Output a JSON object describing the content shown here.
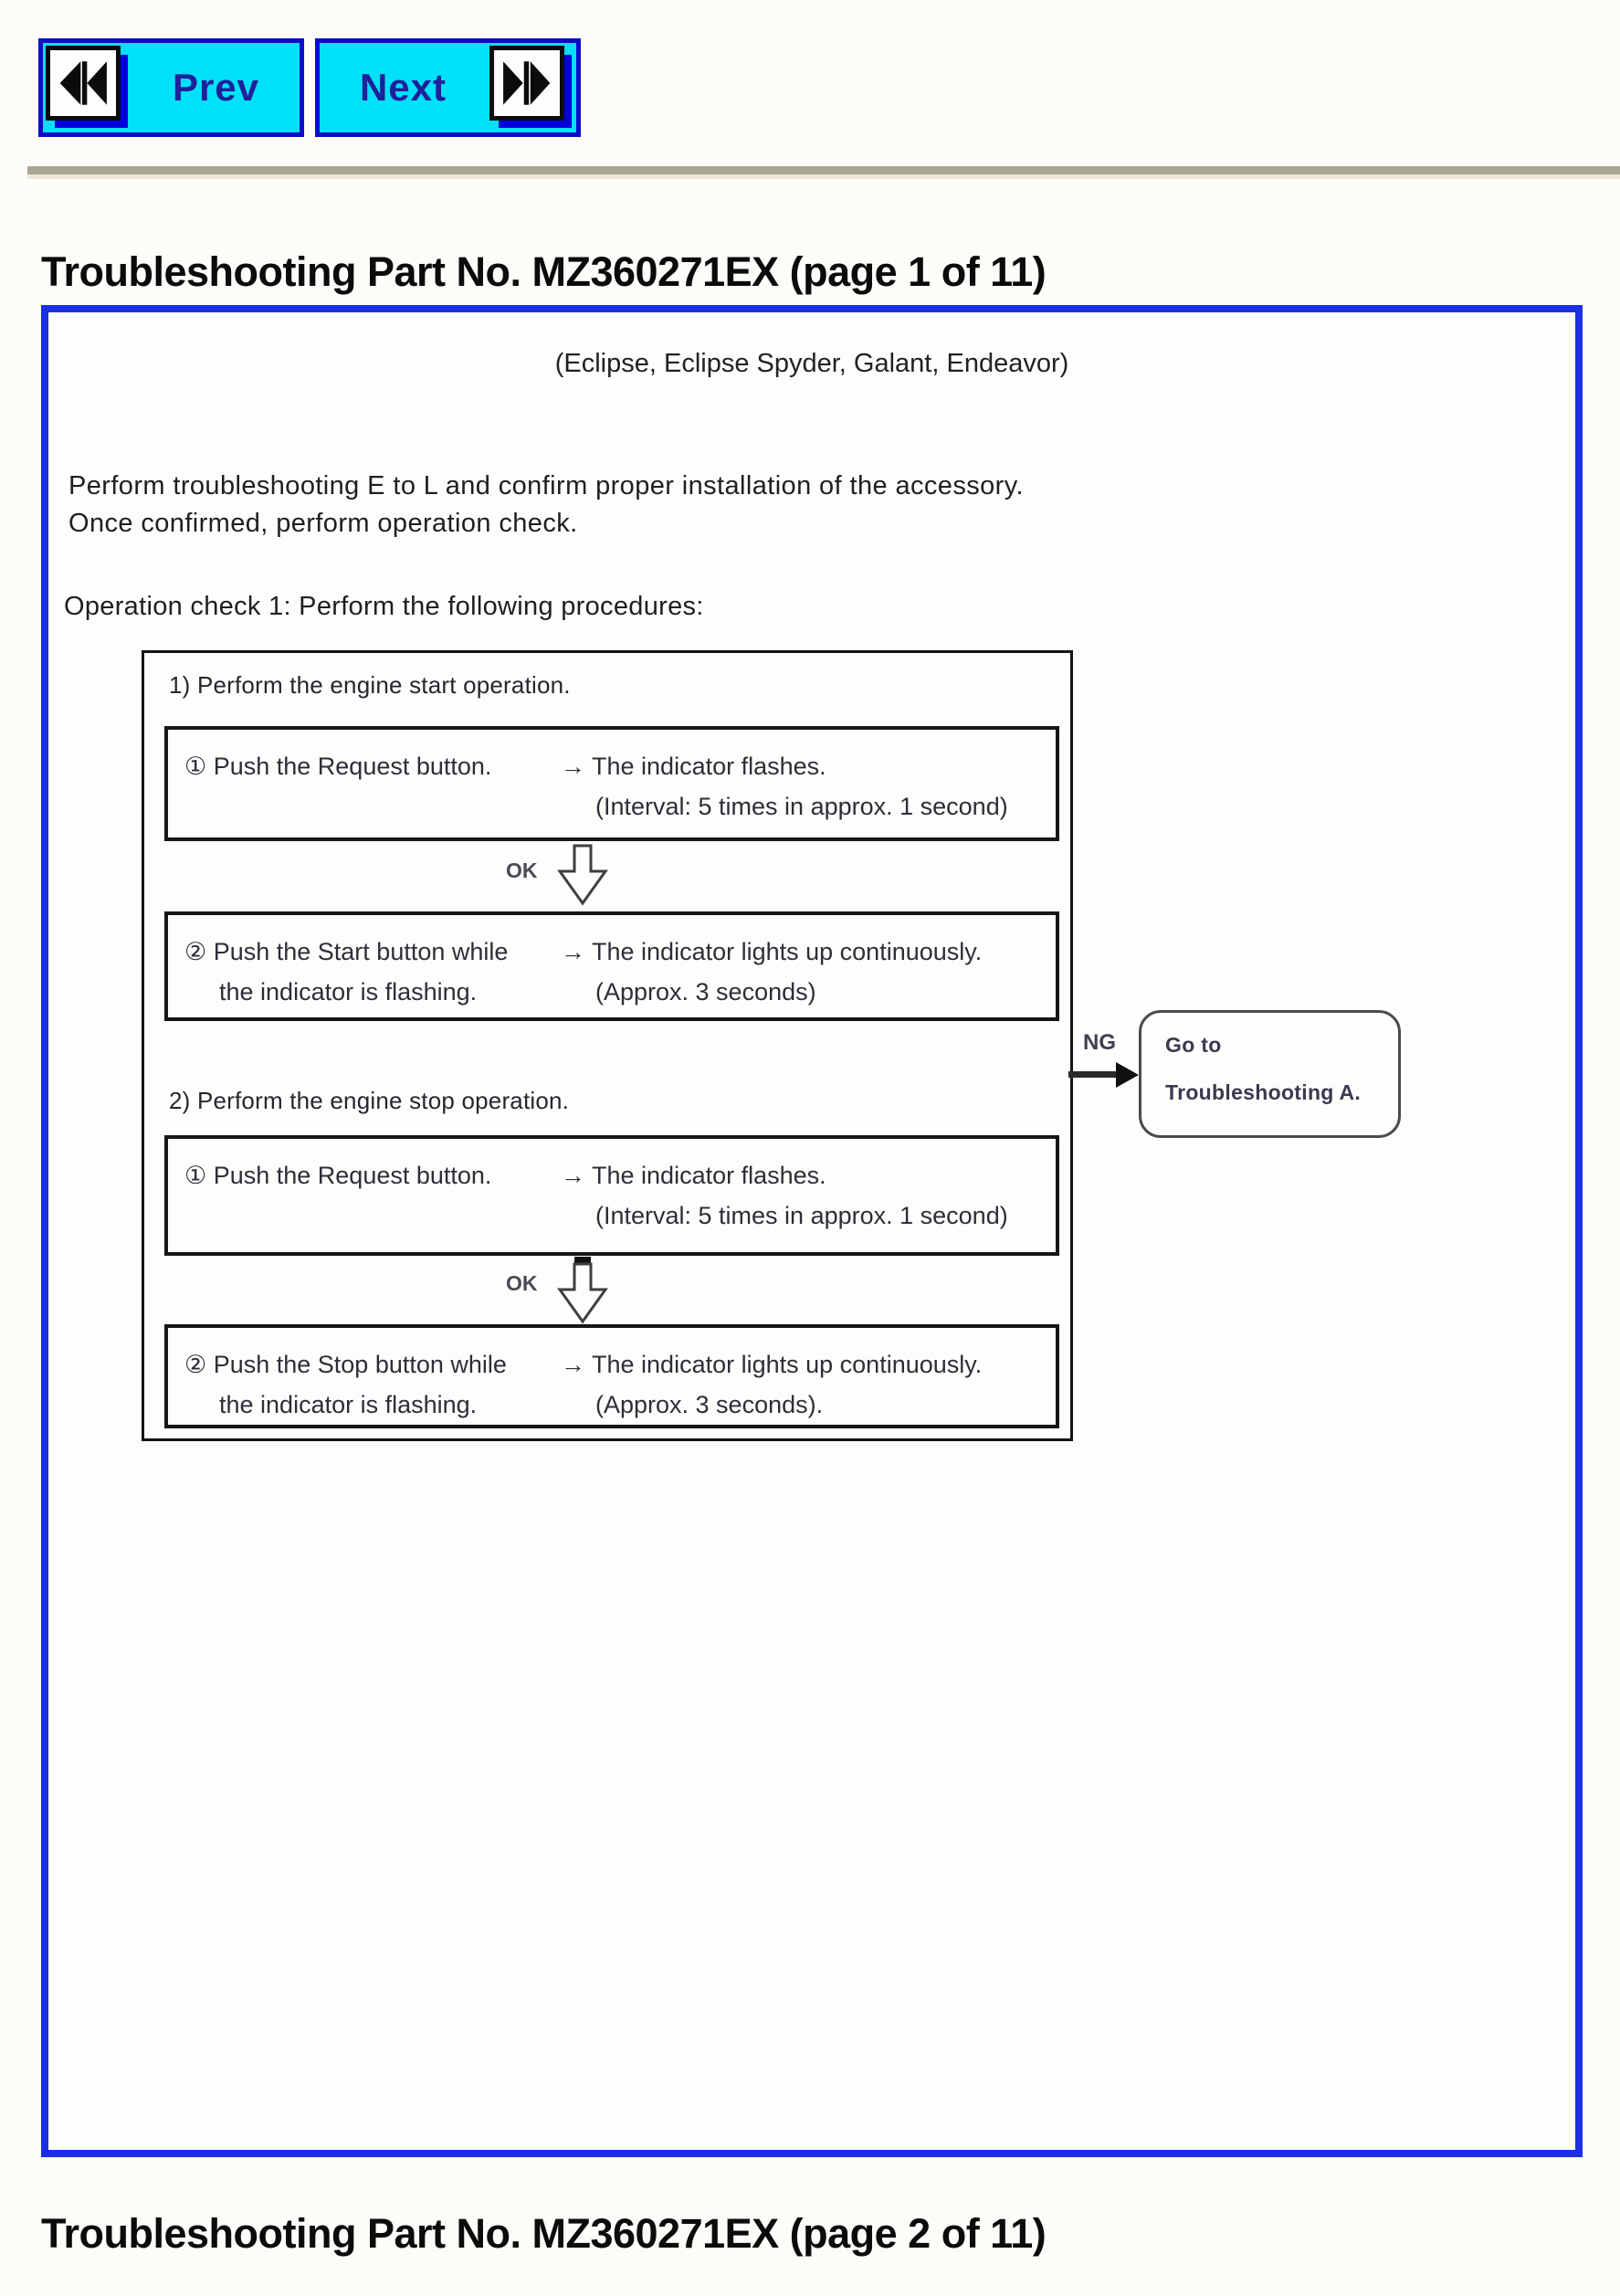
{
  "colors": {
    "button_fill": "#00e1f8",
    "button_border": "#0d0dc6",
    "button_text": "#20209a",
    "icon_shadow_blue": "#0101dd",
    "panel_border_blue": "#1b2fe3",
    "divider_olive": "#a8a795",
    "divider_cream": "#efe9d9",
    "box_border_black": "#161616",
    "text_black": "#1f1f1f"
  },
  "nav": {
    "prev_label": "Prev",
    "next_label": "Next",
    "prev_icon": "rewind-double-left-icon",
    "next_icon": "fast-forward-double-right-icon"
  },
  "page1": {
    "title": "Troubleshooting Part No. MZ360271EX (page 1 of 11)",
    "vehicles_line": "(Eclipse, Eclipse Spyder, Galant, Endeavor)",
    "intro_line1": "Perform troubleshooting E to L and confirm proper installation of the accessory.",
    "intro_line2": "Once confirmed, perform operation check.",
    "operation_check_line": "Operation check 1: Perform the following procedures:",
    "flowchart": {
      "section1_label": "1) Perform the engine start operation.",
      "section2_label": "2) Perform the engine stop operation.",
      "ok_label_1": "OK",
      "ok_label_2": "OK",
      "ng_label": "NG",
      "steps": [
        {
          "action_line1": "① Push the Request button.",
          "action_line2": "",
          "result_line1": "→ The indicator flashes.",
          "result_line2": "(Interval: 5 times in approx. 1 second)"
        },
        {
          "action_line1": "② Push the Start button while",
          "action_line2": "the indicator is flashing.",
          "result_line1": "→ The indicator lights up continuously.",
          "result_line2": "(Approx. 3 seconds)"
        },
        {
          "action_line1": "① Push the Request button.",
          "action_line2": "",
          "result_line1": "→ The indicator flashes.",
          "result_line2": "(Interval: 5 times in approx. 1 second)"
        },
        {
          "action_line1": "② Push the Stop button while",
          "action_line2": "the indicator is flashing.",
          "result_line1": "→ The indicator lights up continuously.",
          "result_line2": "(Approx. 3 seconds)."
        }
      ],
      "ng_box_line1": "Go to",
      "ng_box_line2": "Troubleshooting A."
    }
  },
  "page2_title": "Troubleshooting Part No. MZ360271EX (page 2 of 11)"
}
